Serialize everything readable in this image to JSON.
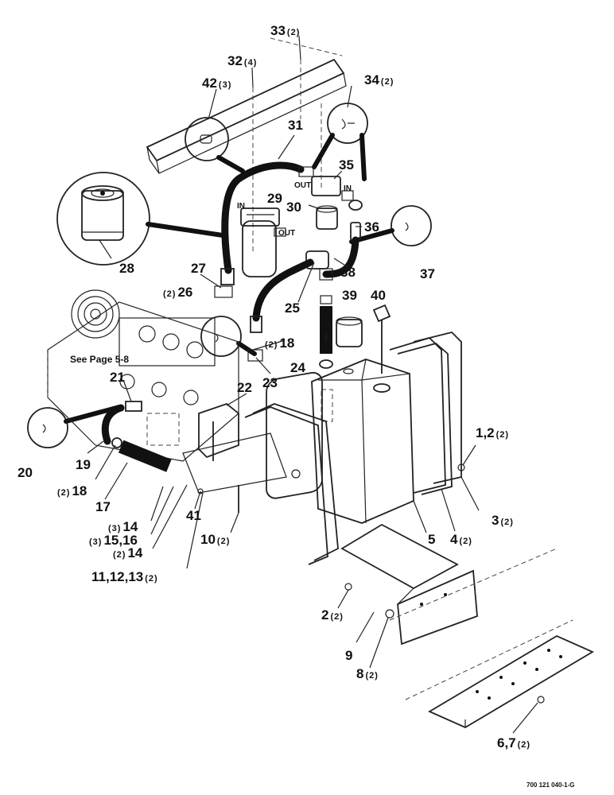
{
  "diagram": {
    "drawing_code": "700 121 040-1-G",
    "note": "See Page 5-8",
    "port_labels": {
      "in": "IN",
      "out": "OUT"
    },
    "callouts": [
      {
        "id": "c33",
        "label": "33",
        "qty": "(2)"
      },
      {
        "id": "c32",
        "label": "32",
        "qty": "(4)"
      },
      {
        "id": "c42",
        "label": "42",
        "qty": "(3)"
      },
      {
        "id": "c34",
        "label": "34",
        "qty": "(2)"
      },
      {
        "id": "c31",
        "label": "31",
        "qty": ""
      },
      {
        "id": "c35",
        "label": "35",
        "qty": ""
      },
      {
        "id": "c29",
        "label": "29",
        "qty": ""
      },
      {
        "id": "c30",
        "label": "30",
        "qty": ""
      },
      {
        "id": "c36",
        "label": "36",
        "qty": ""
      },
      {
        "id": "c37",
        "label": "37",
        "qty": ""
      },
      {
        "id": "c28",
        "label": "28",
        "qty": ""
      },
      {
        "id": "c27",
        "label": "27",
        "qty": ""
      },
      {
        "id": "c38",
        "label": "38",
        "qty": ""
      },
      {
        "id": "c26",
        "label": "26",
        "qty": "(2)"
      },
      {
        "id": "c25",
        "label": "25",
        "qty": ""
      },
      {
        "id": "c39",
        "label": "39",
        "qty": ""
      },
      {
        "id": "c40",
        "label": "40",
        "qty": ""
      },
      {
        "id": "c18a",
        "label": "18",
        "qty": "(2)"
      },
      {
        "id": "c24",
        "label": "24",
        "qty": ""
      },
      {
        "id": "c21",
        "label": "21",
        "qty": ""
      },
      {
        "id": "c23",
        "label": "23",
        "qty": ""
      },
      {
        "id": "c22",
        "label": "22",
        "qty": ""
      },
      {
        "id": "c20",
        "label": "20",
        "qty": ""
      },
      {
        "id": "c19",
        "label": "19",
        "qty": ""
      },
      {
        "id": "c18b",
        "label": "18",
        "qty": "(2)"
      },
      {
        "id": "c17",
        "label": "17",
        "qty": ""
      },
      {
        "id": "c1_2",
        "label": "1,2",
        "qty": "(2)"
      },
      {
        "id": "c14a",
        "label": "14",
        "qty": "(3)"
      },
      {
        "id": "c15_16",
        "label": "15,16",
        "qty": "(3)"
      },
      {
        "id": "c41",
        "label": "41",
        "qty": ""
      },
      {
        "id": "c14b",
        "label": "14",
        "qty": "(2)"
      },
      {
        "id": "c10",
        "label": "10",
        "qty": "(2)"
      },
      {
        "id": "c5",
        "label": "5",
        "qty": ""
      },
      {
        "id": "c4",
        "label": "4",
        "qty": "(2)"
      },
      {
        "id": "c3",
        "label": "3",
        "qty": "(2)"
      },
      {
        "id": "c11_13",
        "label": "11,12,13",
        "qty": "(2)"
      },
      {
        "id": "c2",
        "label": "2",
        "qty": "(2)"
      },
      {
        "id": "c9",
        "label": "9",
        "qty": ""
      },
      {
        "id": "c8",
        "label": "8",
        "qty": "(2)"
      },
      {
        "id": "c6_7",
        "label": "6,7",
        "qty": "(2)"
      }
    ]
  }
}
